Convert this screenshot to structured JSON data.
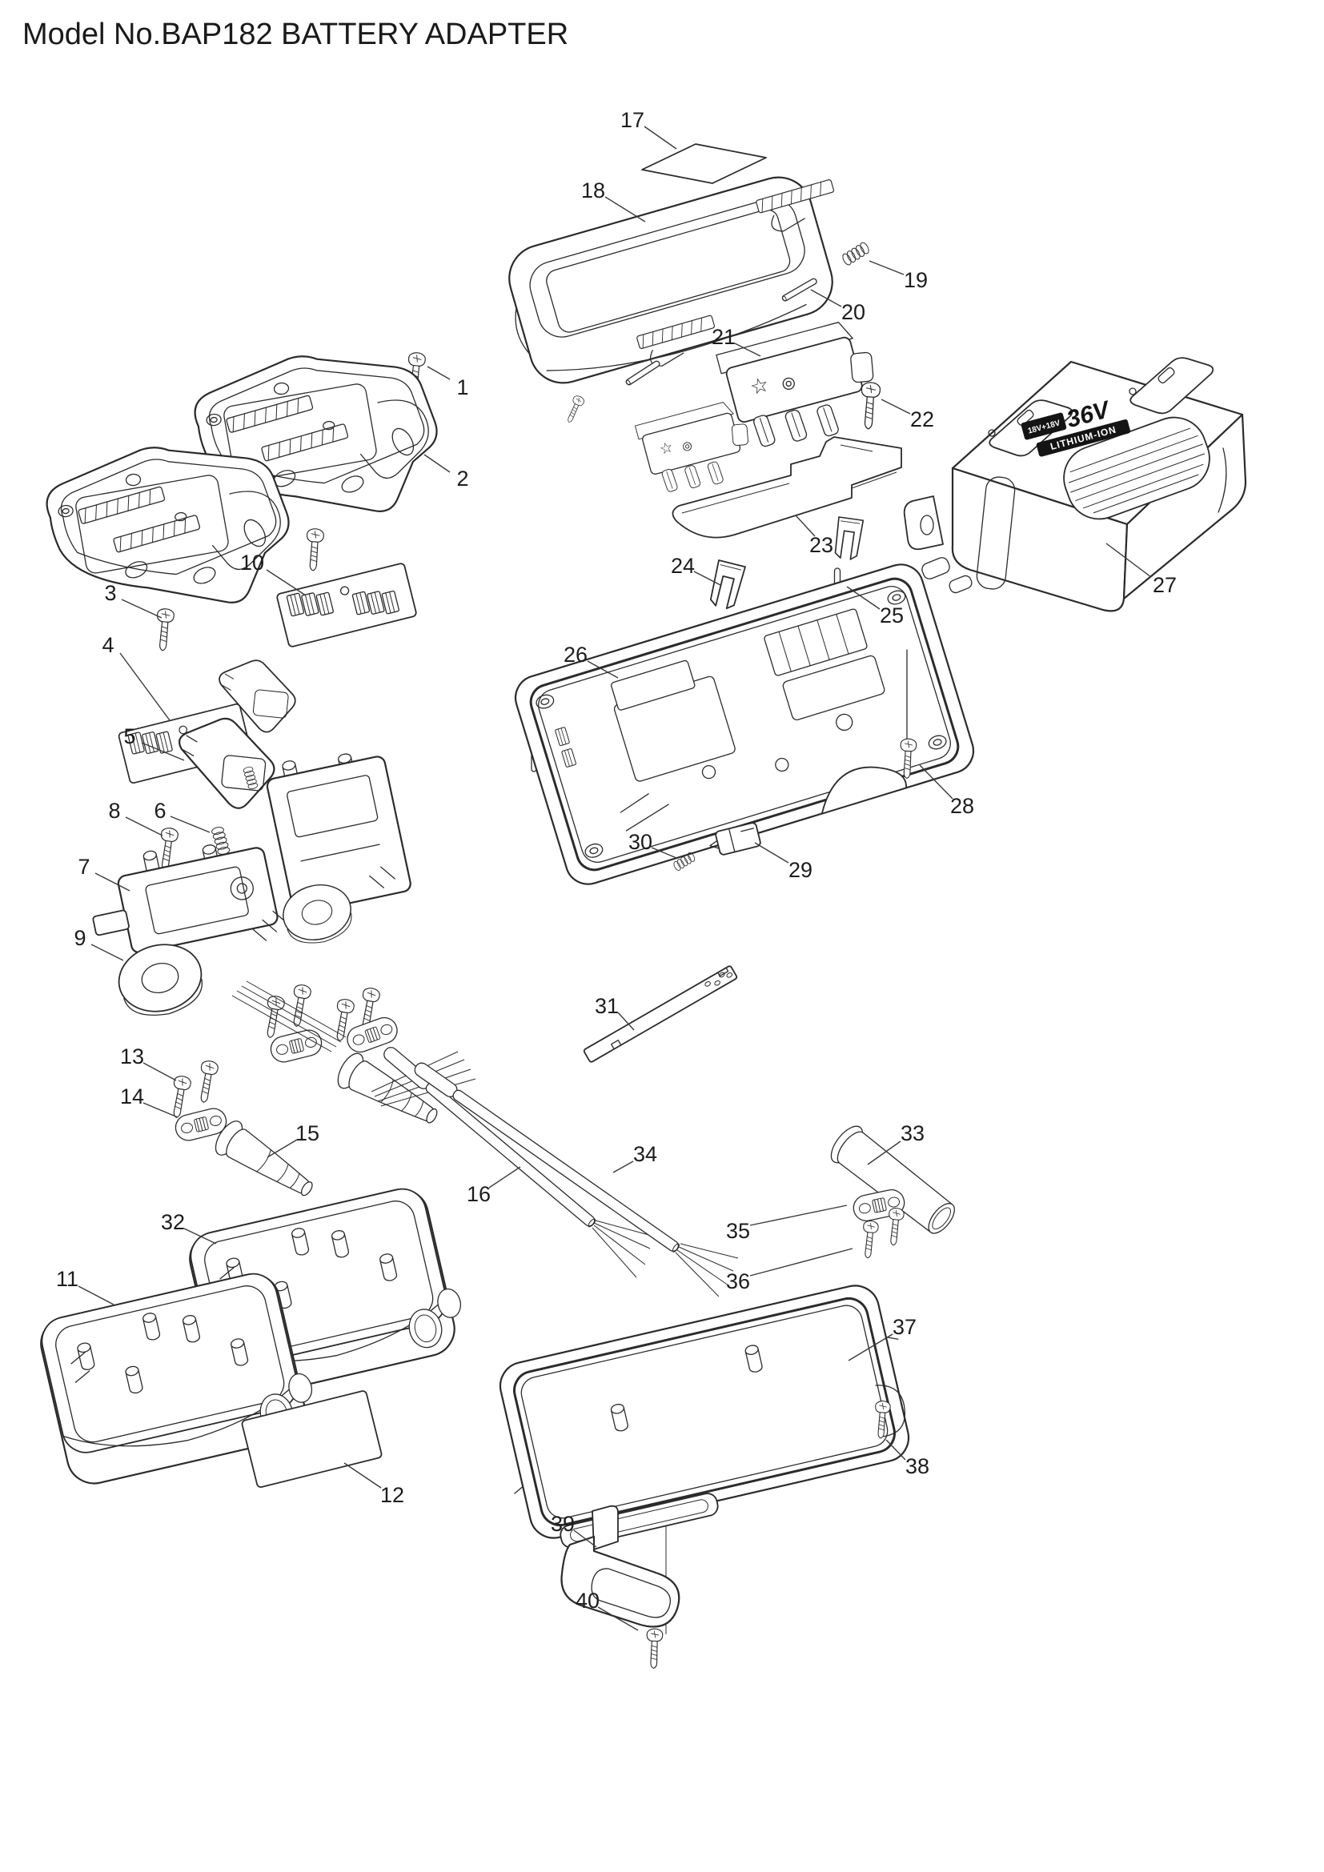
{
  "title": "Model No.BAP182 BATTERY ADAPTER",
  "battery_label": {
    "capacity_top": "18V+18V",
    "voltage": "36V",
    "chemistry": "LITHIUM-ION"
  },
  "markings": {
    "star": "☆"
  },
  "parts": {
    "p1": "1",
    "p2": "2",
    "p3": "3",
    "p4": "4",
    "p5": "5",
    "p6": "6",
    "p7": "7",
    "p8": "8",
    "p9": "9",
    "p10": "10",
    "p11": "11",
    "p12": "12",
    "p13": "13",
    "p14": "14",
    "p15": "15",
    "p16": "16",
    "p17": "17",
    "p18": "18",
    "p19": "19",
    "p20": "20",
    "p21": "21",
    "p22": "22",
    "p23": "23",
    "p24": "24",
    "p25": "25",
    "p26": "26",
    "p27": "27",
    "p28": "28",
    "p29": "29",
    "p30": "30",
    "p31": "31",
    "p32": "32",
    "p33": "33",
    "p34": "34",
    "p35": "35",
    "p36": "36",
    "p37": "37",
    "p38": "38",
    "p39": "39",
    "p40": "40"
  }
}
